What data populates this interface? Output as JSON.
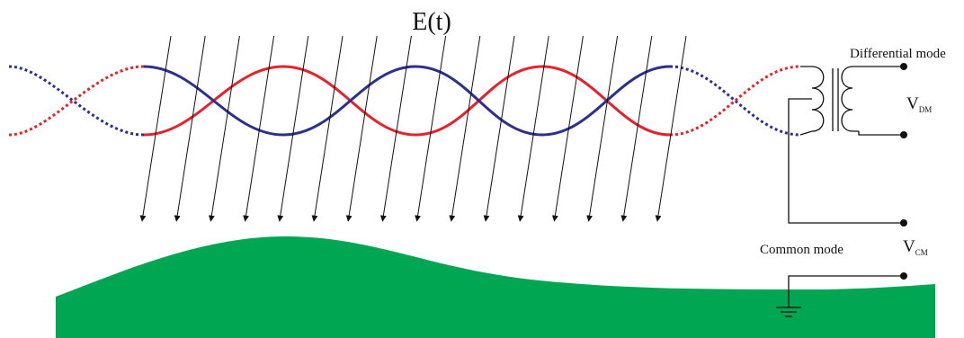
{
  "field_label": "E(t)",
  "differential_label": "Differential mode",
  "common_label": "Common mode",
  "vdm": {
    "main": "V",
    "sub": "DM"
  },
  "vcm": {
    "main": "V",
    "sub": "CM"
  },
  "colors": {
    "wire_red": "#e8202a",
    "wire_blue": "#2b2f8f",
    "ground": "#00a651",
    "arrows": "#111111",
    "circuit": "#111111"
  },
  "field_arrow_count": 16
}
